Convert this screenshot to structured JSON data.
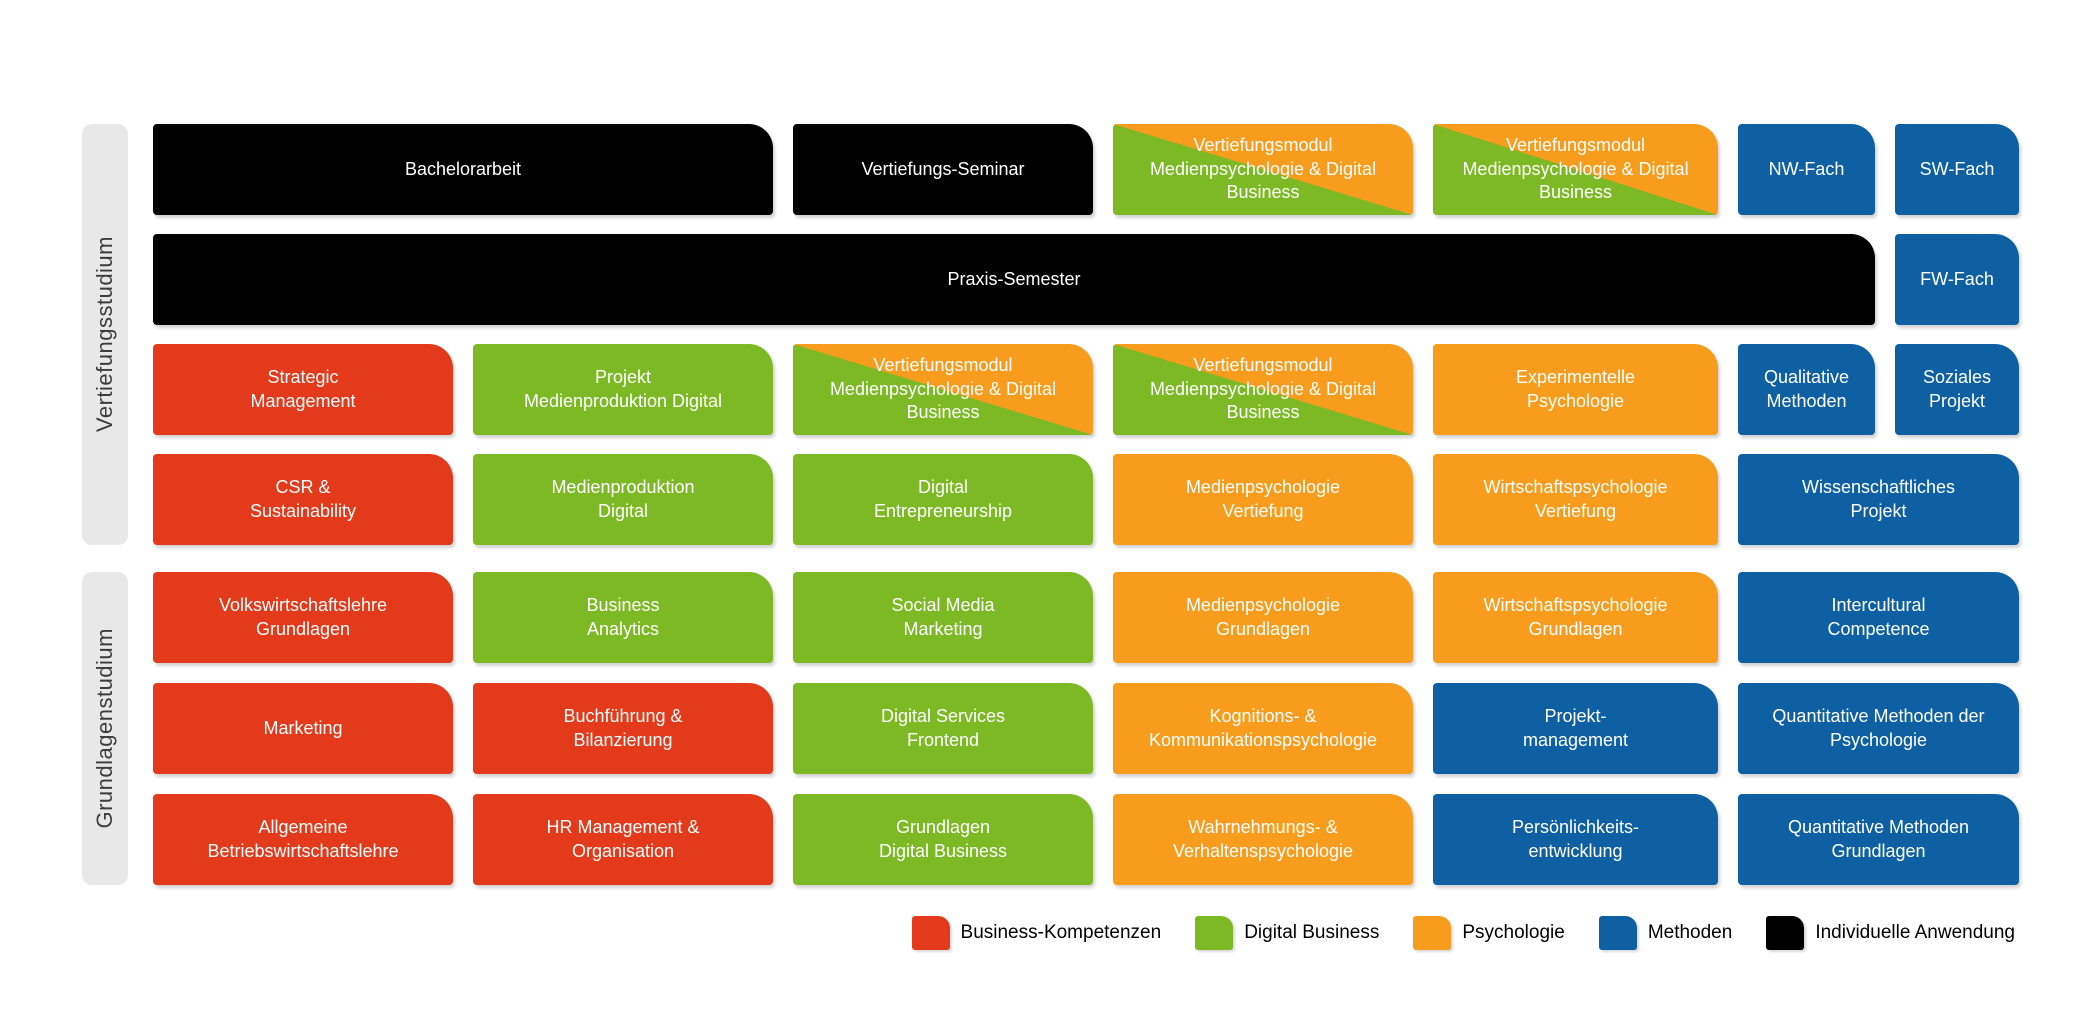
{
  "palette": {
    "business": "#e23a1b",
    "digital": "#7db825",
    "psych": "#f79c1c",
    "methods": "#0f60a3",
    "individual": "#000000",
    "sidebar_bg": "#e8e8e8",
    "sidebar_text": "#3d3d3d",
    "module_text": "#ffffff",
    "legend_text": "#000000"
  },
  "sections": [
    {
      "label": "Vertiefungsstudium",
      "rows": [
        {
          "cells": [
            {
              "label": "Bachelorarbeit",
              "category": "individual"
            },
            {
              "label": "Vertiefungs-Seminar",
              "category": "individual"
            },
            {
              "label": "Vertiefungsmodul\nMedienpsychologie & Digital\nBusiness",
              "category": "split"
            },
            {
              "label": "Vertiefungsmodul\nMedienpsychologie & Digital\nBusiness",
              "category": "split"
            },
            {
              "label": "NW-Fach",
              "category": "methods"
            },
            {
              "label": "SW-Fach",
              "category": "methods"
            }
          ]
        },
        {
          "cells": [
            {
              "label": "Praxis-Semester",
              "category": "individual"
            },
            {
              "label": "FW-Fach",
              "category": "methods"
            }
          ]
        },
        {
          "cells": [
            {
              "label": "Strategic\nManagement",
              "category": "business"
            },
            {
              "label": "Projekt\nMedienproduktion Digital",
              "category": "digital"
            },
            {
              "label": "Vertiefungsmodul\nMedienpsychologie & Digital\nBusiness",
              "category": "split"
            },
            {
              "label": "Vertiefungsmodul\nMedienpsychologie & Digital\nBusiness",
              "category": "split"
            },
            {
              "label": "Experimentelle\nPsychologie",
              "category": "psych"
            },
            {
              "label": "Qualitative\nMethoden",
              "category": "methods"
            },
            {
              "label": "Soziales\nProjekt",
              "category": "methods"
            }
          ]
        },
        {
          "cells": [
            {
              "label": "CSR &\nSustainability",
              "category": "business"
            },
            {
              "label": "Medienproduktion\nDigital",
              "category": "digital"
            },
            {
              "label": "Digital\nEntrepreneurship",
              "category": "digital"
            },
            {
              "label": "Medienpsychologie\nVertiefung",
              "category": "psych"
            },
            {
              "label": "Wirtschaftspsychologie\nVertiefung",
              "category": "psych"
            },
            {
              "label": "Wissenschaftliches\nProjekt",
              "category": "methods"
            }
          ]
        }
      ]
    },
    {
      "label": "Grundlagenstudium",
      "rows": [
        {
          "cells": [
            {
              "label": "Volkswirtschaftslehre\nGrundlagen",
              "category": "business"
            },
            {
              "label": "Business\nAnalytics",
              "category": "digital"
            },
            {
              "label": "Social Media\nMarketing",
              "category": "digital"
            },
            {
              "label": "Medienpsychologie\nGrundlagen",
              "category": "psych"
            },
            {
              "label": "Wirtschaftspsychologie\nGrundlagen",
              "category": "psych"
            },
            {
              "label": "Intercultural\nCompetence",
              "category": "methods"
            }
          ]
        },
        {
          "cells": [
            {
              "label": "Marketing",
              "category": "business"
            },
            {
              "label": "Buchführung &\nBilanzierung",
              "category": "business"
            },
            {
              "label": "Digital Services\nFrontend",
              "category": "digital"
            },
            {
              "label": "Kognitions- &\nKommunikationspsychologie",
              "category": "psych"
            },
            {
              "label": "Projekt-\nmanagement",
              "category": "methods"
            },
            {
              "label": "Quantitative Methoden der\nPsychologie",
              "category": "methods"
            }
          ]
        },
        {
          "cells": [
            {
              "label": "Allgemeine\nBetriebswirtschaftslehre",
              "category": "business"
            },
            {
              "label": "HR Management &\nOrganisation",
              "category": "business"
            },
            {
              "label": "Grundlagen\nDigital Business",
              "category": "digital"
            },
            {
              "label": "Wahrnehmungs- &\nVerhaltenspsychologie",
              "category": "psych"
            },
            {
              "label": "Persönlichkeits-\nentwicklung",
              "category": "methods"
            },
            {
              "label": "Quantitative Methoden\nGrundlagen",
              "category": "methods"
            }
          ]
        }
      ]
    }
  ],
  "legend": [
    {
      "label": "Business-Kompetenzen",
      "category": "business"
    },
    {
      "label": "Digital Business",
      "category": "digital"
    },
    {
      "label": "Psychologie",
      "category": "psych"
    },
    {
      "label": "Methoden",
      "category": "methods"
    },
    {
      "label": "Individuelle Anwendung",
      "category": "individual"
    }
  ]
}
